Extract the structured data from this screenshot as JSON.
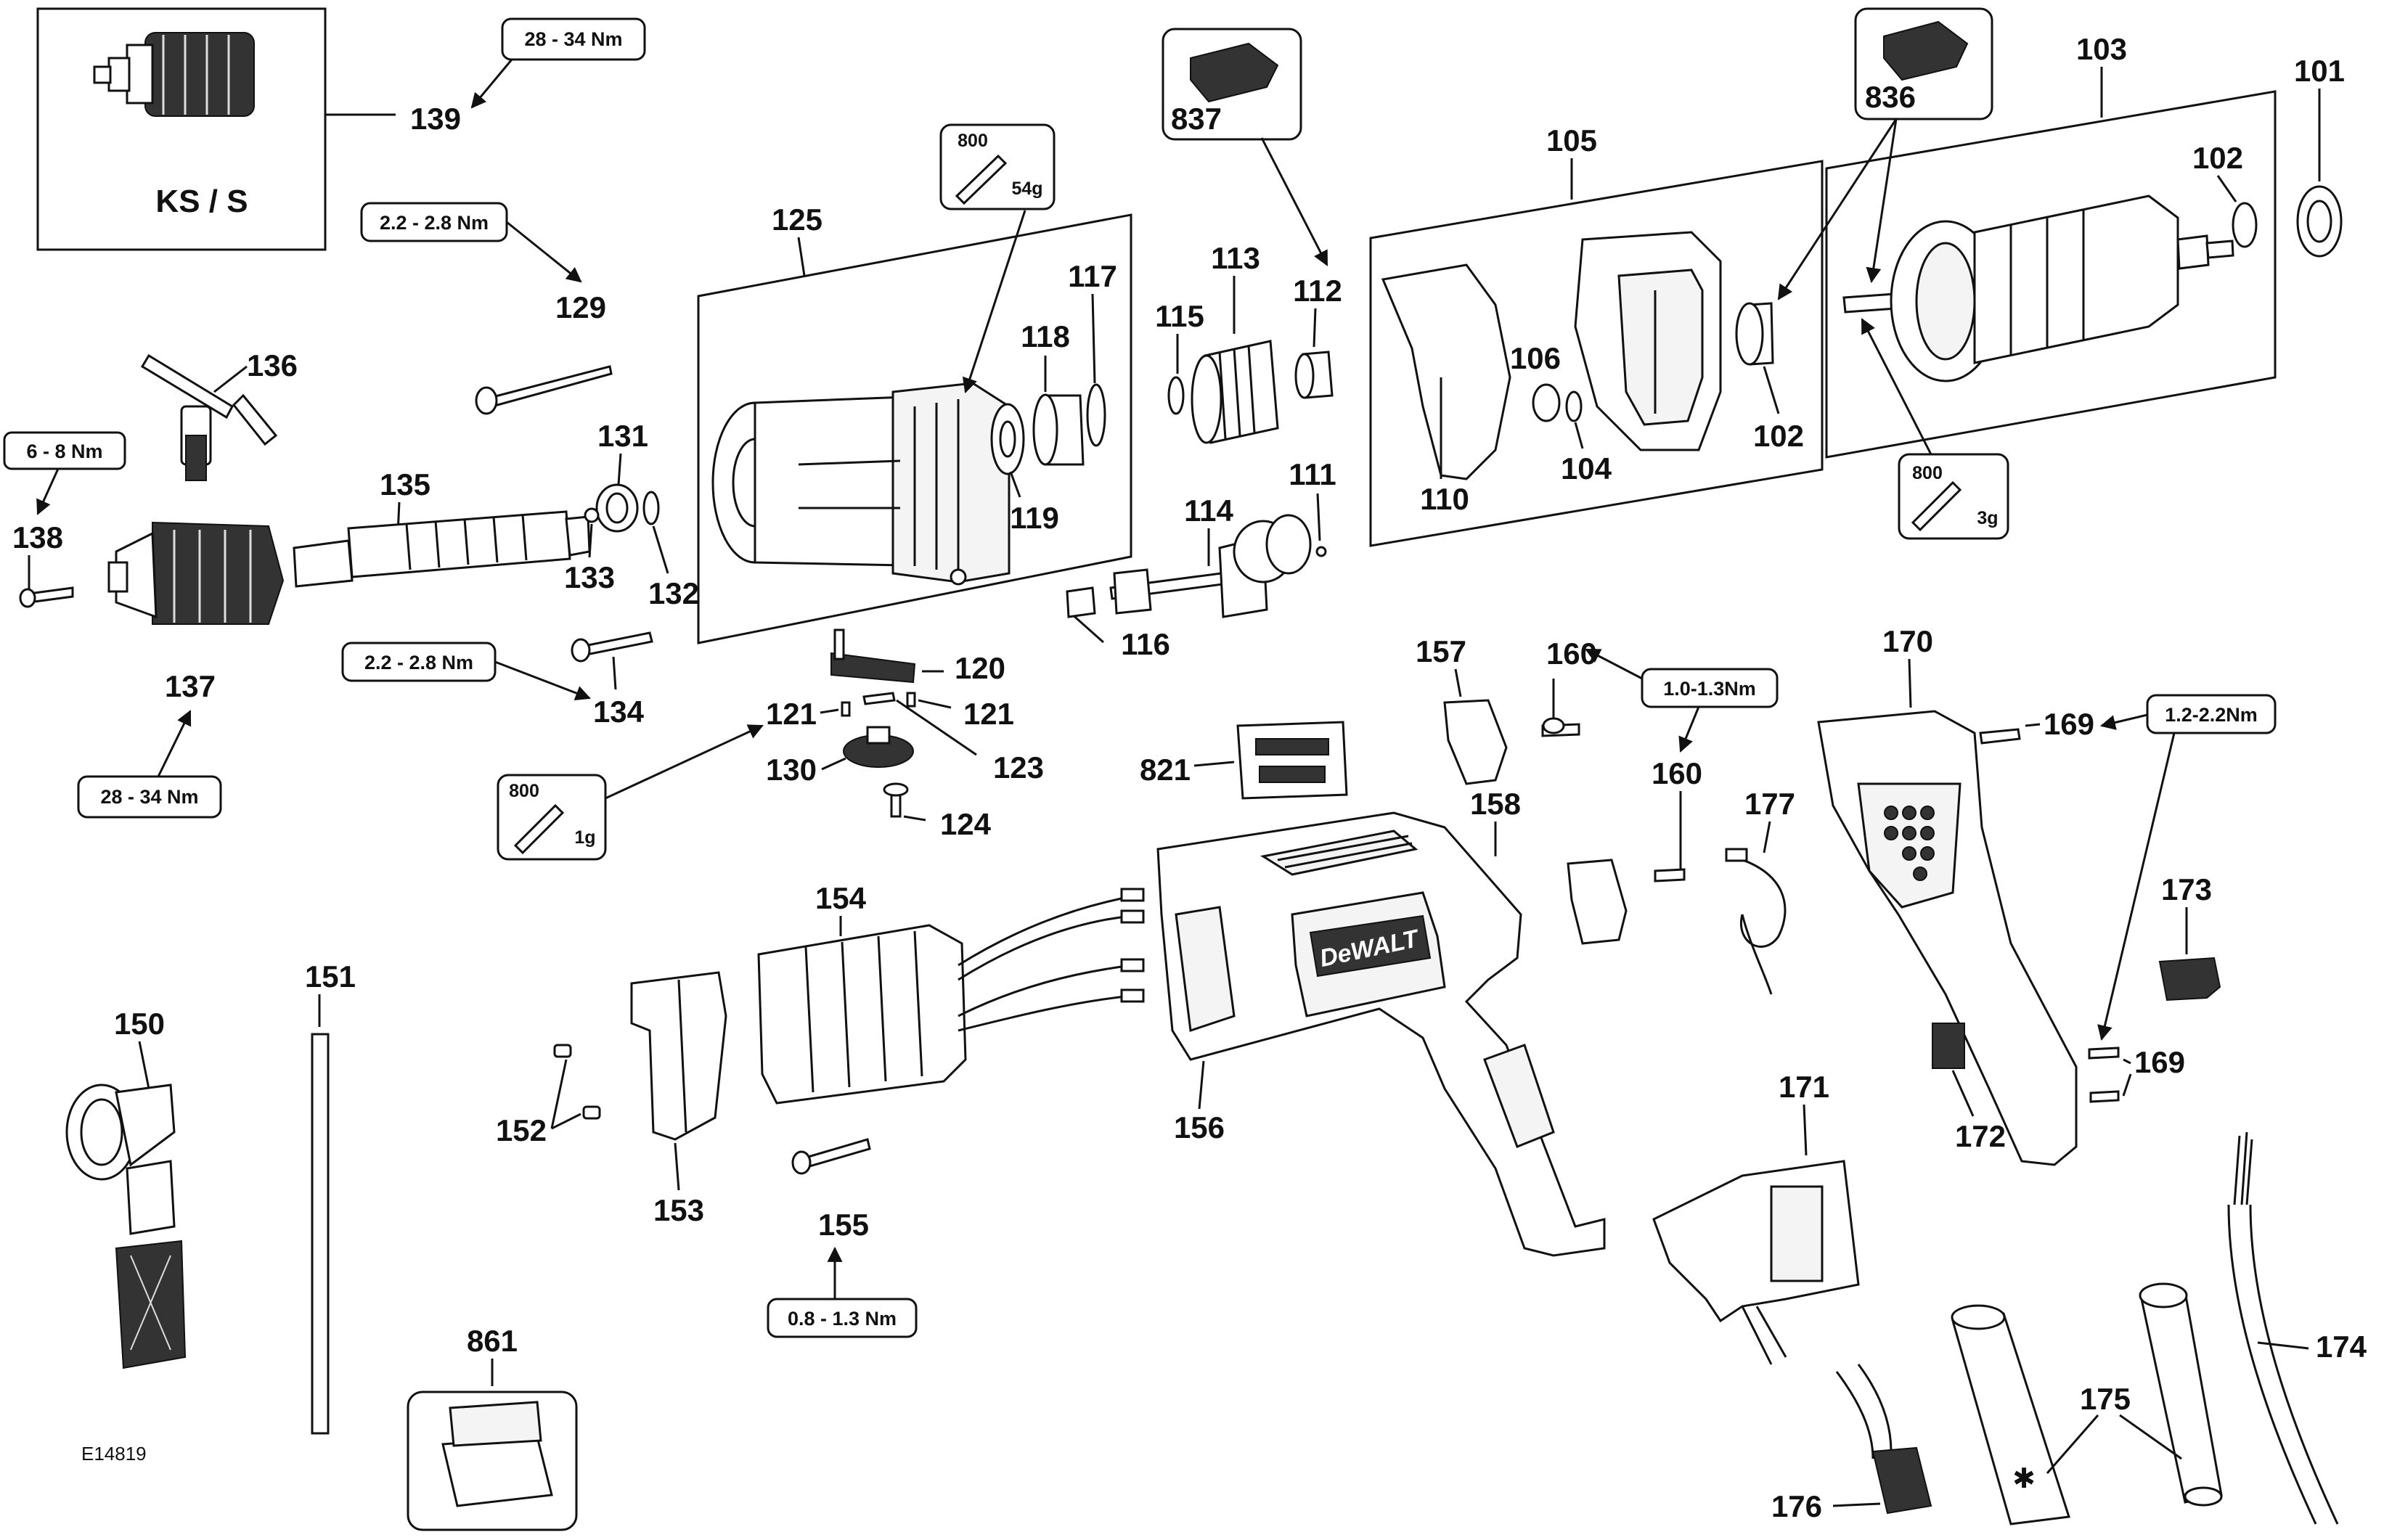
{
  "figure_id": "E14819",
  "chuck_variant_label": "KS / S",
  "part_numbers": {
    "p101": "101",
    "p102a": "102",
    "p102b": "102",
    "p103": "103",
    "p104": "104",
    "p105": "105",
    "p106": "106",
    "p110": "110",
    "p111": "111",
    "p112": "112",
    "p113": "113",
    "p114": "114",
    "p115": "115",
    "p116": "116",
    "p117": "117",
    "p118": "118",
    "p119": "119",
    "p120": "120",
    "p121a": "121",
    "p121b": "121",
    "p123": "123",
    "p124": "124",
    "p125": "125",
    "p129": "129",
    "p130": "130",
    "p131": "131",
    "p132": "132",
    "p133": "133",
    "p134": "134",
    "p135": "135",
    "p136": "136",
    "p137": "137",
    "p138": "138",
    "p139": "139",
    "p150": "150",
    "p151": "151",
    "p152": "152",
    "p153": "153",
    "p154": "154",
    "p155": "155",
    "p156": "156",
    "p157": "157",
    "p158": "158",
    "p160a": "160",
    "p160b": "160",
    "p169a": "169",
    "p169b": "169",
    "p170": "170",
    "p171": "171",
    "p172": "172",
    "p173": "173",
    "p174": "174",
    "p175": "175",
    "p176": "176",
    "p177": "177",
    "p821": "821",
    "p836": "836",
    "p837": "837",
    "p861": "861"
  },
  "torque_labels": {
    "t139": "28 - 34 Nm",
    "t129": "2.2 - 2.8 Nm",
    "t138": "6 - 8 Nm",
    "t137": "28 - 34 Nm",
    "t134": "2.2 - 2.8 Nm",
    "t155": "0.8 - 1.3 Nm",
    "t160": "1.0-1.3Nm",
    "t169": "1.2-2.2Nm"
  },
  "grease_callouts": {
    "g54": {
      "code": "800",
      "amount": "54g"
    },
    "g3": {
      "code": "800",
      "amount": "3g"
    },
    "g1": {
      "code": "800",
      "amount": "1g"
    }
  },
  "brand_label": "DeWALT"
}
